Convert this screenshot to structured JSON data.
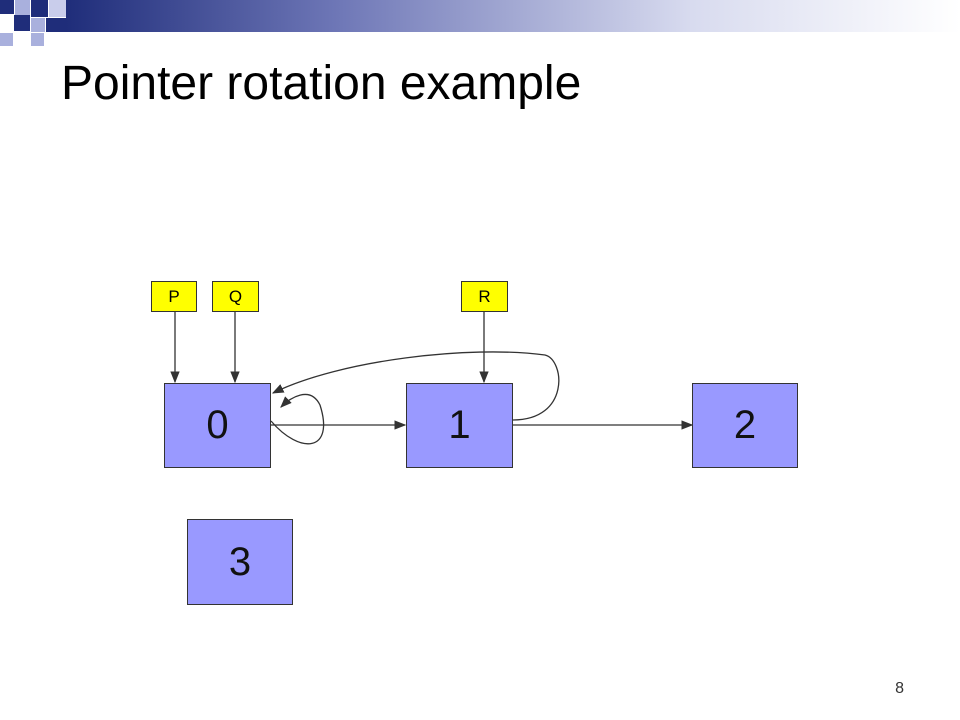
{
  "slide": {
    "title": "Pointer rotation example",
    "page_number": "8",
    "colors": {
      "node_fill": "#9999ff",
      "pointer_fill": "#ffff00",
      "decor_dark": "#1f2d7a",
      "decor_light": "#a9b0dd"
    }
  },
  "diagram": {
    "nodes": [
      {
        "id": "0",
        "label": "0"
      },
      {
        "id": "1",
        "label": "1"
      },
      {
        "id": "2",
        "label": "2"
      },
      {
        "id": "3",
        "label": "3"
      }
    ],
    "pointers": [
      {
        "label": "P",
        "target": "0"
      },
      {
        "label": "Q",
        "target": "0"
      },
      {
        "label": "R",
        "target": "1"
      }
    ],
    "edges": [
      {
        "from": "0",
        "to": "1"
      },
      {
        "from": "1",
        "to": "2"
      },
      {
        "from": "0",
        "to": "0"
      },
      {
        "from": "1",
        "to": "0"
      }
    ]
  }
}
